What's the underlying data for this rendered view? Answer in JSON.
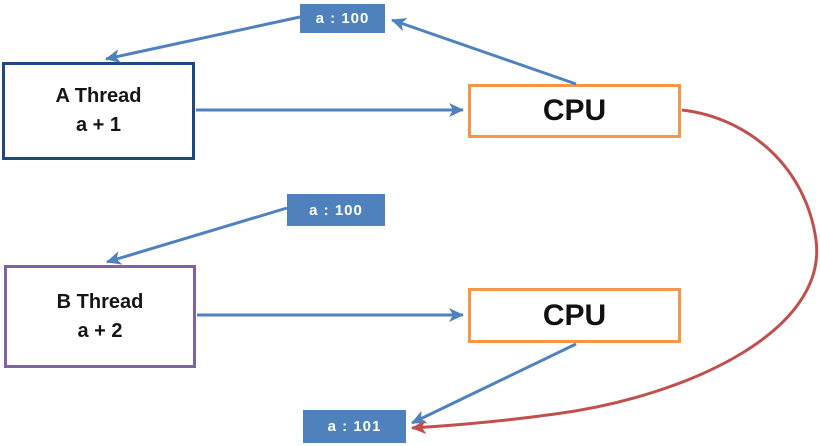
{
  "diagram": {
    "title_hidden": "",
    "colors": {
      "value_box_fill": "#4F81BD",
      "thread_a_border": "#1F497D",
      "thread_b_border": "#8064A2",
      "cpu_border": "#F79646",
      "arrow_blue": "#4F81BD",
      "arrow_red": "#C0504D",
      "background": "#ffffff"
    },
    "nodes": {
      "memory_value_top": {
        "label": "a : 100"
      },
      "thread_a": {
        "title": "A Thread",
        "operation": "a + 1"
      },
      "cpu_top": {
        "label": "CPU"
      },
      "memory_value_middle": {
        "label": "a : 100"
      },
      "thread_b": {
        "title": "B Thread",
        "operation": "a + 2"
      },
      "cpu_bottom": {
        "label": "CPU"
      },
      "memory_value_result": {
        "label": "a : 101"
      }
    },
    "connections": [
      {
        "from": "memory_value_top",
        "to": "thread_a",
        "color": "#4F81BD"
      },
      {
        "from": "cpu_top",
        "to": "memory_value_top",
        "color": "#4F81BD"
      },
      {
        "from": "thread_a",
        "to": "cpu_top",
        "color": "#4F81BD"
      },
      {
        "from": "memory_value_middle",
        "to": "thread_b",
        "color": "#4F81BD"
      },
      {
        "from": "thread_b",
        "to": "cpu_bottom",
        "color": "#4F81BD"
      },
      {
        "from": "cpu_bottom",
        "to": "memory_value_result",
        "color": "#4F81BD"
      },
      {
        "from": "cpu_top",
        "to": "memory_value_result",
        "color": "#C0504D"
      }
    ]
  }
}
